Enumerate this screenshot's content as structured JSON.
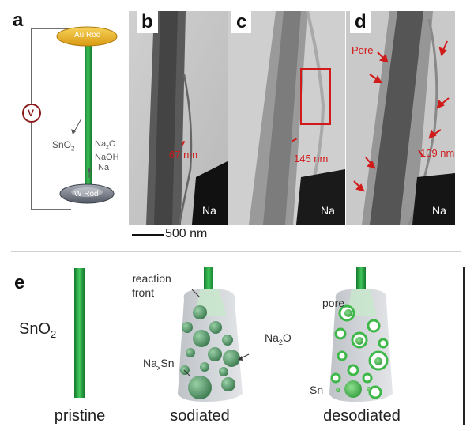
{
  "panel_a": {
    "letter": "a",
    "au_rod": "Au Rod",
    "w_rod": "W Rod",
    "voltage": "V",
    "sno2_base": "SnO",
    "sno2_sub": "2",
    "na2o_base": "Na",
    "na2o_sub": "2",
    "na2o_end": "O",
    "naoh": "NaOH",
    "na": "Na"
  },
  "panel_b": {
    "letter": "b",
    "measure": "67 nm",
    "na": "Na"
  },
  "panel_c": {
    "letter": "c",
    "measure": "145 nm",
    "na": "Na"
  },
  "panel_d": {
    "letter": "d",
    "pore": "Pore",
    "measure": "109 nm",
    "na": "Na"
  },
  "scalebar": "500 nm",
  "panel_e": {
    "letter": "e",
    "sno2_base": "SnO",
    "sno2_sub": "2",
    "reaction_front_1": "reaction",
    "reaction_front_2": "front",
    "naxsn_base": "Na",
    "naxsn_sub": "x",
    "naxsn_end": "Sn",
    "na2o_base": "Na",
    "na2o_sub": "2",
    "na2o_end": "O",
    "pore": "pore",
    "sn": "Sn",
    "captions": [
      "pristine",
      "sodiated",
      "desodiated"
    ]
  },
  "colors": {
    "accent_red": "#d11a1a",
    "wire_green": "#1f9a3a",
    "gold": "#e0a722"
  }
}
